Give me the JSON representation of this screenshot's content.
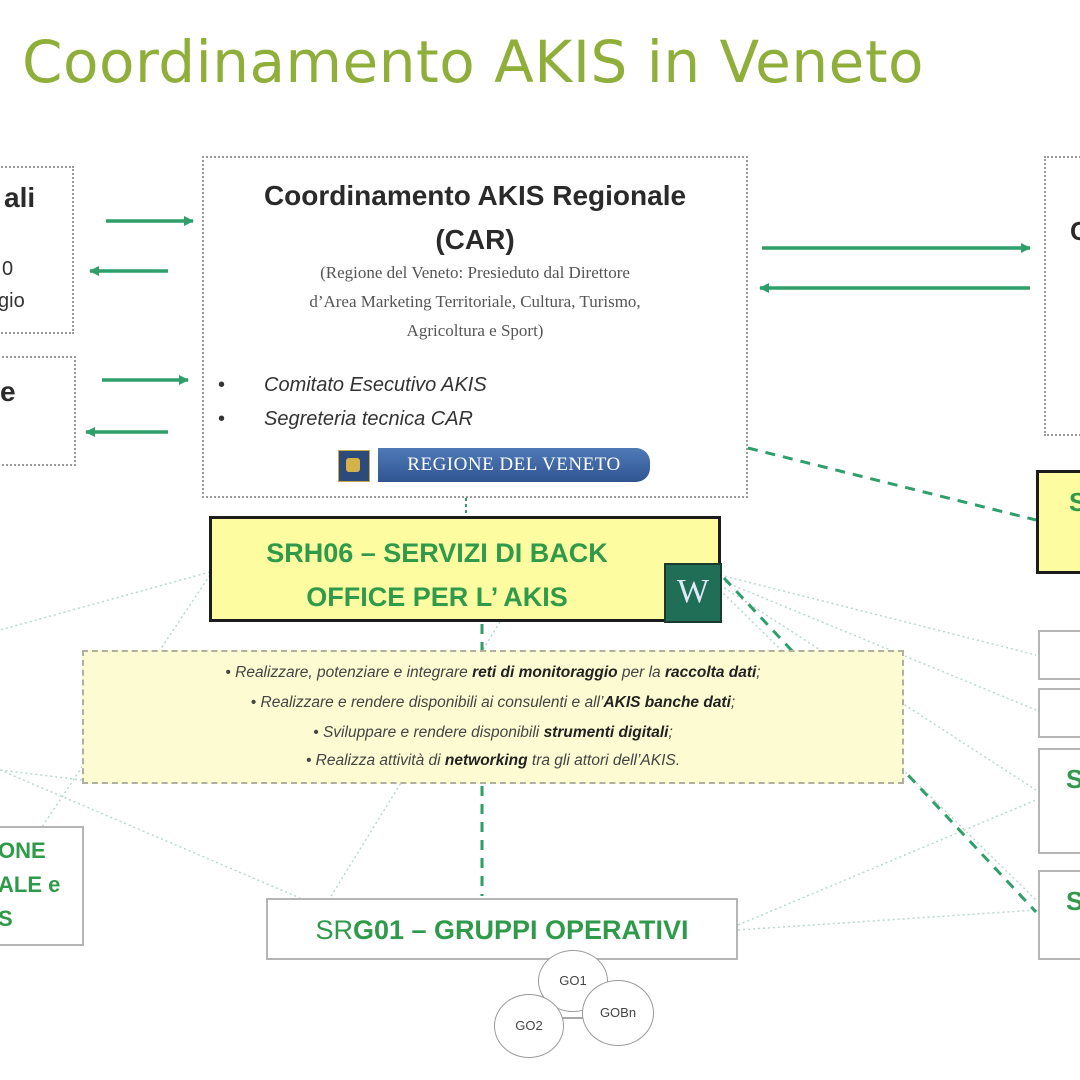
{
  "title": "Coordinamento AKIS in Veneto",
  "car": {
    "title_line1": "Coordinamento AKIS Regionale",
    "title_line2": "(CAR)",
    "desc_line1": "(Regione del Veneto: Presieduto dal Direttore",
    "desc_line2": "d’Area Marketing Territoriale, Cultura, Turismo,",
    "desc_line3": "Agricoltura e Sport)",
    "bullet_dot": "•",
    "bullets": [
      "Comitato  Esecutivo AKIS",
      "Segreteria tecnica CAR"
    ],
    "logo_text": "REGIONE DEL VENETO"
  },
  "srh06": {
    "line1": "SRH06 – SERVIZI DI BACK",
    "line2": "OFFICE PER L’ AKIS",
    "icon_letter": "W"
  },
  "objectives": [
    {
      "a": "Realizzare, potenziare e integrare ",
      "b": "reti di monitoraggio",
      "c": " per la ",
      "d": "raccolta dati",
      "e": ";"
    },
    {
      "a": "Realizzare e rendere disponibili ai consulenti e all’",
      "b": "AKIS banche dati",
      "c": ";",
      "d": "",
      "e": ""
    },
    {
      "a": "Sviluppare e rendere disponibili ",
      "b": "strumenti digitali",
      "c": ";",
      "d": "",
      "e": ""
    },
    {
      "a": "Realizza attività di ",
      "b": "networking",
      "c": " tra gli attori dell’AKIS.",
      "d": "",
      "e": ""
    }
  ],
  "srg01": {
    "prefix": "SR",
    "rest": "G01 – GRUPPI OPERATIVI"
  },
  "go_circles": [
    "GO1",
    "GO2",
    "GOBn"
  ],
  "left_partial": {
    "box1_line1": "ali",
    "box1_line2": "0",
    "box1_line3": "gio",
    "box2_line1": "e",
    "box3_line1": "ONE",
    "box3_line2": "ALE e",
    "box3_line3": "S"
  },
  "right_partial": {
    "box1_letter": "C",
    "box2_letter": "S",
    "box3_letter": "S",
    "box4_letter": "S"
  },
  "colors": {
    "title": "#8fae3a",
    "arrows": "#2e9e6a",
    "srh_fill": "#fdfca0",
    "green_text": "#2f9a4a"
  }
}
